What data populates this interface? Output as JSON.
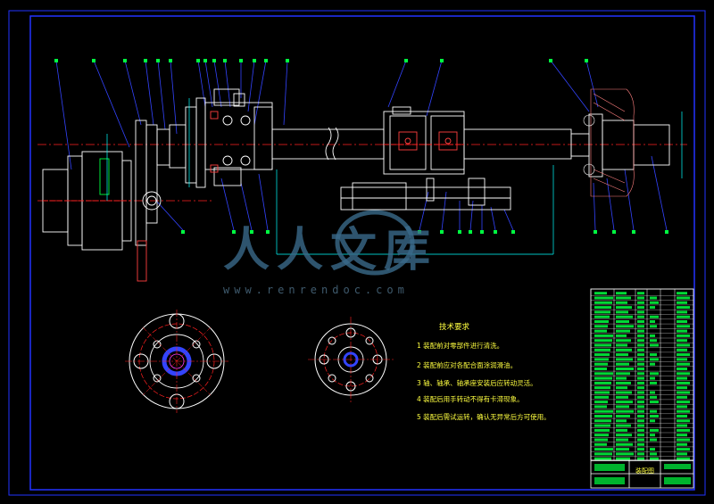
{
  "watermark": {
    "brand_text": "人人文库",
    "url_text": "www.renrendoc.com"
  },
  "technical_notes": {
    "title": "技术要求",
    "items": [
      "1 装配前对零部件进行清洗。",
      "2 装配前应对各配合面涂润滑油。",
      "3 轴、轴承、轴承座安装后应转动灵活。",
      "4 装配后用手转动不得有卡滞现象。",
      "5 装配后需试运转，确认无异常后方可使用。"
    ]
  },
  "title_block": {
    "label": "装配图"
  },
  "colors": {
    "background": "#000000",
    "border": "#2233ff",
    "outline": "#ffffff",
    "centerline": "#ff2020",
    "leader": "#3344ff",
    "balloon": "#00ff40",
    "dimension": "#00ffff",
    "section": "#ff8080",
    "notes_text": "#ffff40",
    "table_text": "#00ff40"
  }
}
